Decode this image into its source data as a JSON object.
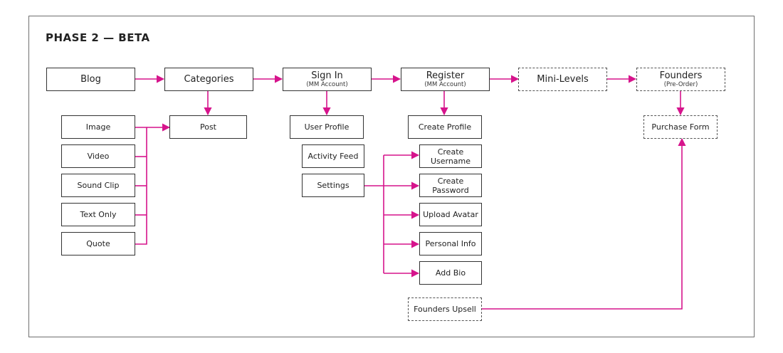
{
  "title": "PHASE 2 — BETA",
  "colors": {
    "connector": "#d6148c",
    "border": "#333333"
  },
  "nodes": {
    "blog": "Blog",
    "categories": "Categories",
    "sign_in": {
      "label": "Sign In",
      "sub": "(MM Account)"
    },
    "register": {
      "label": "Register",
      "sub": "(MM Account)"
    },
    "mini_levels": "Mini-Levels",
    "founders": {
      "label": "Founders",
      "sub": "(Pre-Order)"
    },
    "post": "Post",
    "image": "Image",
    "video": "Video",
    "sound_clip": "Sound Clip",
    "text_only": "Text Only",
    "quote": "Quote",
    "user_profile": "User Profile",
    "activity_feed": "Activity Feed",
    "settings": "Settings",
    "create_profile": "Create Profile",
    "create_username": {
      "line1": "Create",
      "line2": "Username"
    },
    "create_password": {
      "line1": "Create",
      "line2": "Password"
    },
    "upload_avatar": "Upload Avatar",
    "personal_info": "Personal Info",
    "add_bio": "Add Bio",
    "purchase_form": "Purchase Form",
    "founders_upsell": "Founders Upsell"
  }
}
